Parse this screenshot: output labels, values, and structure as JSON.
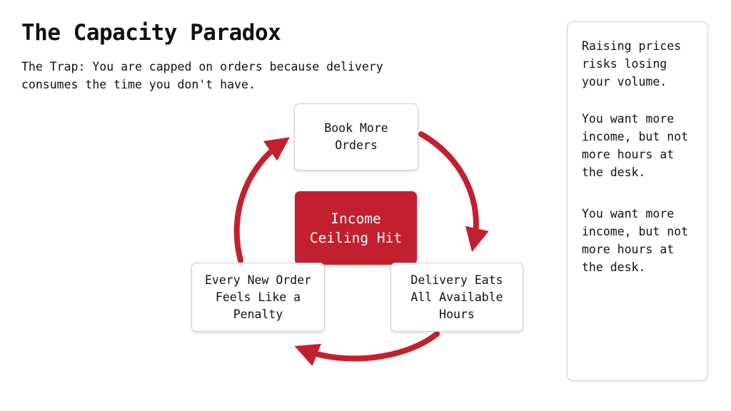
{
  "header": {
    "title": "The Capacity Paradox",
    "subtitle": "The Trap: You are capped on orders because delivery consumes the time you don't have."
  },
  "cycle": {
    "center": "Income Ceiling Hit",
    "nodes": {
      "top": "Book More Orders",
      "right": "Delivery Eats All Available Hours",
      "left": "Every New Order Feels Like a Penalty"
    },
    "arrow_color": "#c3202f",
    "center_color": "#c3202f"
  },
  "side_panel": {
    "paragraphs": [
      "Raising prices risks losing your volume.",
      "You want more income, but not more hours at the desk.",
      "You want more income, but not more hours at the desk."
    ]
  }
}
